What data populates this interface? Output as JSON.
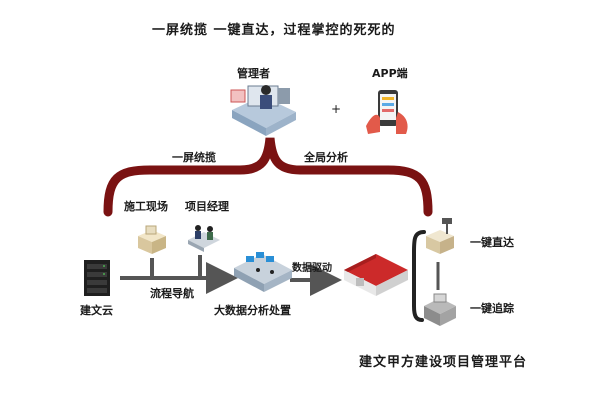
{
  "diagram": {
    "title": "一屏统揽 一键直达，过程掌控的死死的",
    "manager_label": "管理者",
    "plus_sign": "+",
    "app_label": "APP端",
    "left_bracket_label": "一屏统揽",
    "right_bracket_label": "全局分析",
    "site_label": "施工现场",
    "pm_label": "项目经理",
    "cloud_label": "建文云",
    "flow_label": "流程导航",
    "bigdata_label": "大数据分析处置",
    "data_driven_label": "数据驱动",
    "direct_label": "一键直达",
    "trace_label": "一键追踪",
    "platform_title": "建文甲方建设项目管理平台",
    "icons": [
      "office-worker-icon",
      "smartphone-icon",
      "server-rack-icon",
      "boxes-icon",
      "workers-desk-icon",
      "control-room-icon",
      "warehouse-icon",
      "boxes-scale-icon",
      "robot-machine-icon"
    ],
    "colors": {
      "bracket": "#7a1212",
      "arrow": "#555555",
      "roof": "#cc2a2a",
      "phone_hand": "#e25a4a"
    }
  }
}
